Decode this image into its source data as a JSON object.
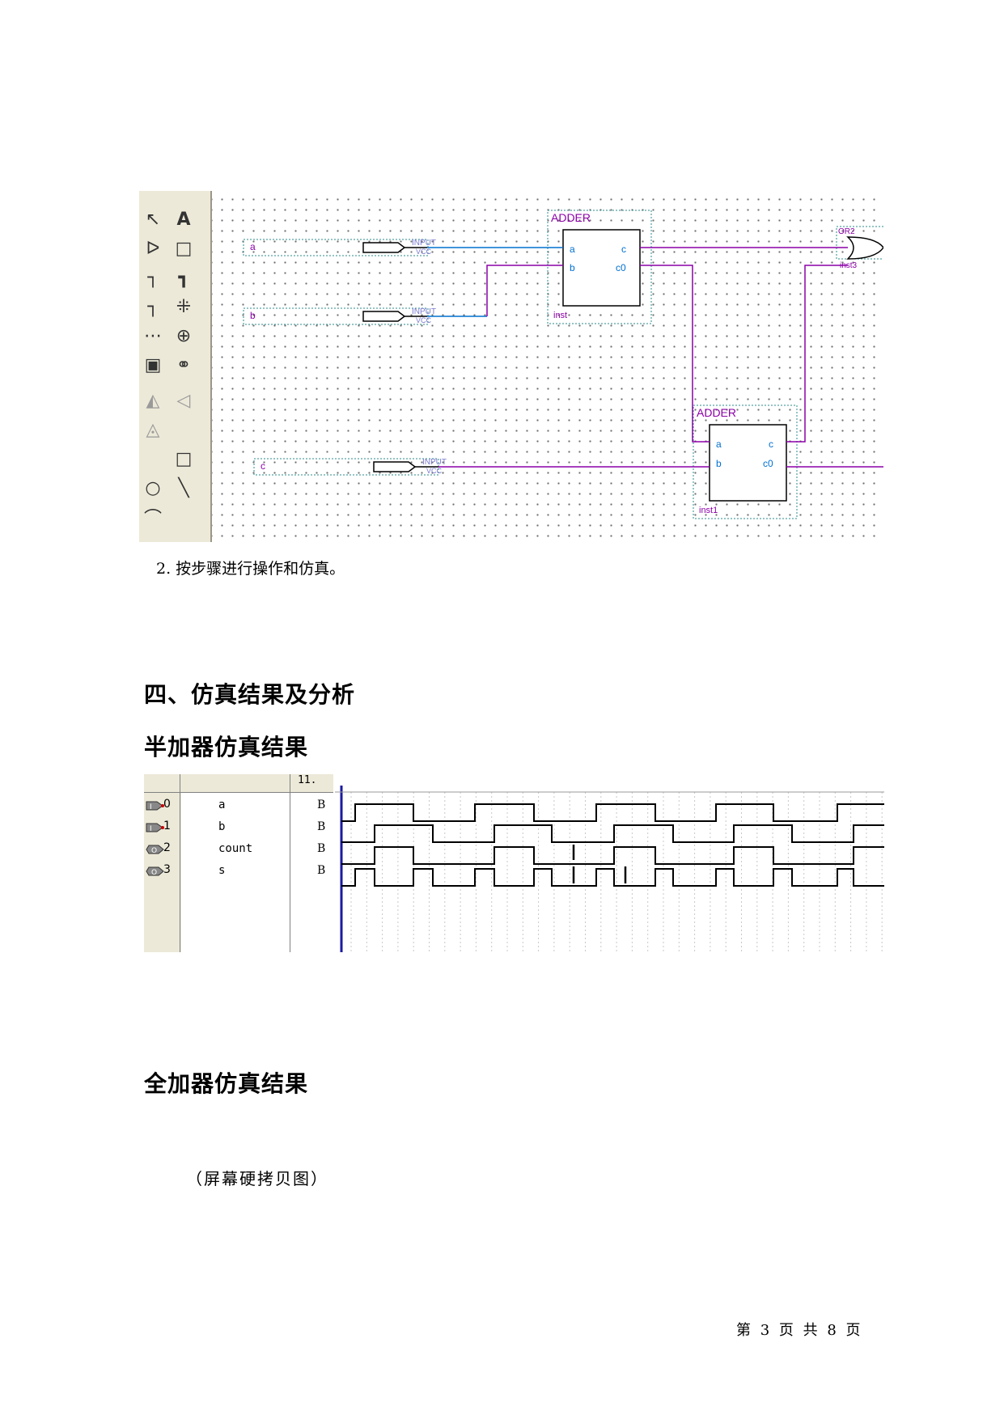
{
  "schematic": {
    "toolbar_tools": [
      {
        "name": "pointer-icon",
        "glyph": "↖"
      },
      {
        "name": "text-tool-icon",
        "glyph": "A"
      },
      {
        "name": "symbol-tool-icon",
        "glyph": "ᐅ"
      },
      {
        "name": "block-tool-icon",
        "glyph": "□"
      },
      {
        "name": "orthogonal-node-icon",
        "glyph": "┐"
      },
      {
        "name": "orthogonal-bus-icon",
        "glyph": "┓"
      },
      {
        "name": "conduit-icon",
        "glyph": "┐"
      },
      {
        "name": "rubberband-icon",
        "glyph": "⁜"
      },
      {
        "name": "partial-line-icon",
        "glyph": "⋯"
      },
      {
        "name": "zoom-icon",
        "glyph": "⊕"
      },
      {
        "name": "fullscreen-icon",
        "glyph": "▣"
      },
      {
        "name": "find-icon",
        "glyph": "⚭"
      },
      {
        "name": "flip-horizontal-icon",
        "glyph": "◭"
      },
      {
        "name": "flip-vertical-icon",
        "glyph": "◁"
      },
      {
        "name": "rotate-icon",
        "glyph": "◬"
      },
      {
        "name": "rectangle-tool-icon",
        "glyph": "□"
      },
      {
        "name": "ellipse-tool-icon",
        "glyph": "○"
      },
      {
        "name": "line-tool-icon",
        "glyph": "╲"
      },
      {
        "name": "arc-tool-icon",
        "glyph": "⌒"
      }
    ],
    "inputs": [
      "a",
      "b",
      "c"
    ],
    "pin_label": "INPUT",
    "pin_sub": "VCC",
    "block_title": "ADDER",
    "block_ports_in": [
      "a",
      "b"
    ],
    "block_ports_out": [
      "c",
      "c0"
    ],
    "inst_names": [
      "inst",
      "inst1"
    ],
    "gate_label": "OR2",
    "gate_inst": "inst3",
    "colors": {
      "wire": "#8b00a8",
      "pin": "#0070d0",
      "instance_text": "#8b00a8",
      "teal_frame": "#2e8b8b"
    }
  },
  "step_text": "2. 按步骤进行操作和仿真。",
  "section_heading": "四、仿真结果及分析",
  "half_adder_heading": "半加器仿真结果",
  "waveform": {
    "header_value": "11.",
    "rows": [
      {
        "index": "0",
        "name": "a",
        "type": "B",
        "dir": "in"
      },
      {
        "index": "1",
        "name": "b",
        "type": "B",
        "dir": "in"
      },
      {
        "index": "2",
        "name": "count",
        "type": "B",
        "dir": "out"
      },
      {
        "index": "3",
        "name": "s",
        "type": "B",
        "dir": "out"
      }
    ]
  },
  "full_adder_heading": "全加器仿真结果",
  "screen_copy_note": "（屏幕硬拷贝图）",
  "footer": "第 3 页 共 8 页"
}
